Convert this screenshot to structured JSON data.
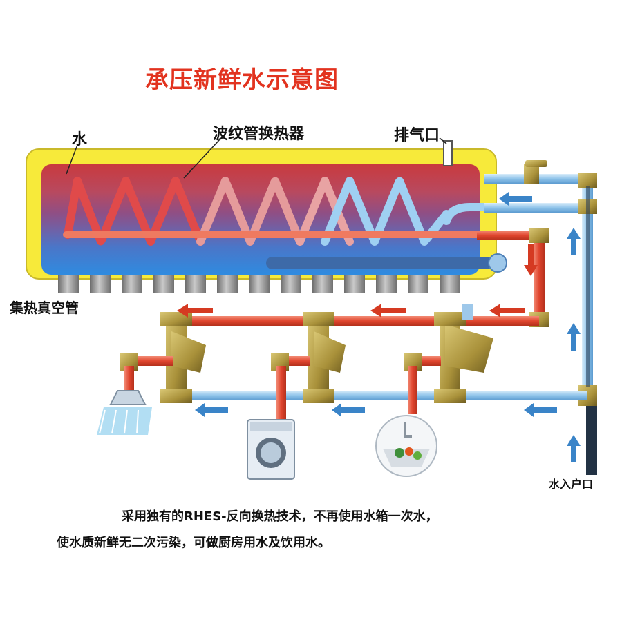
{
  "title": "承压新鲜水示意图",
  "labels": {
    "water": "水",
    "heat_exchanger": "波纹管换热器",
    "vent": "排气口",
    "vacuum_tubes": "集热真空管",
    "water_inlet": "水入户口"
  },
  "description": {
    "line1": "采用独有的RHES-反向换热技术，不再使用水箱一次水，",
    "line2": "使水质新鲜无二次污染，可做厨房用水及饮用水。"
  },
  "colors": {
    "title": "#e2331f",
    "tank_frame": "#f7ea3a",
    "hot_pipe": "#e0452e",
    "cold_pipe": "#8fc4ea",
    "inlet_pipe": "#223244",
    "valve": "#b8a046",
    "arrow_hot": "#d53a22",
    "arrow_cold": "#3a84c8"
  },
  "icons": [
    "shower-icon",
    "washing-machine-icon",
    "kitchen-sink-icon",
    "valve-icon"
  ]
}
